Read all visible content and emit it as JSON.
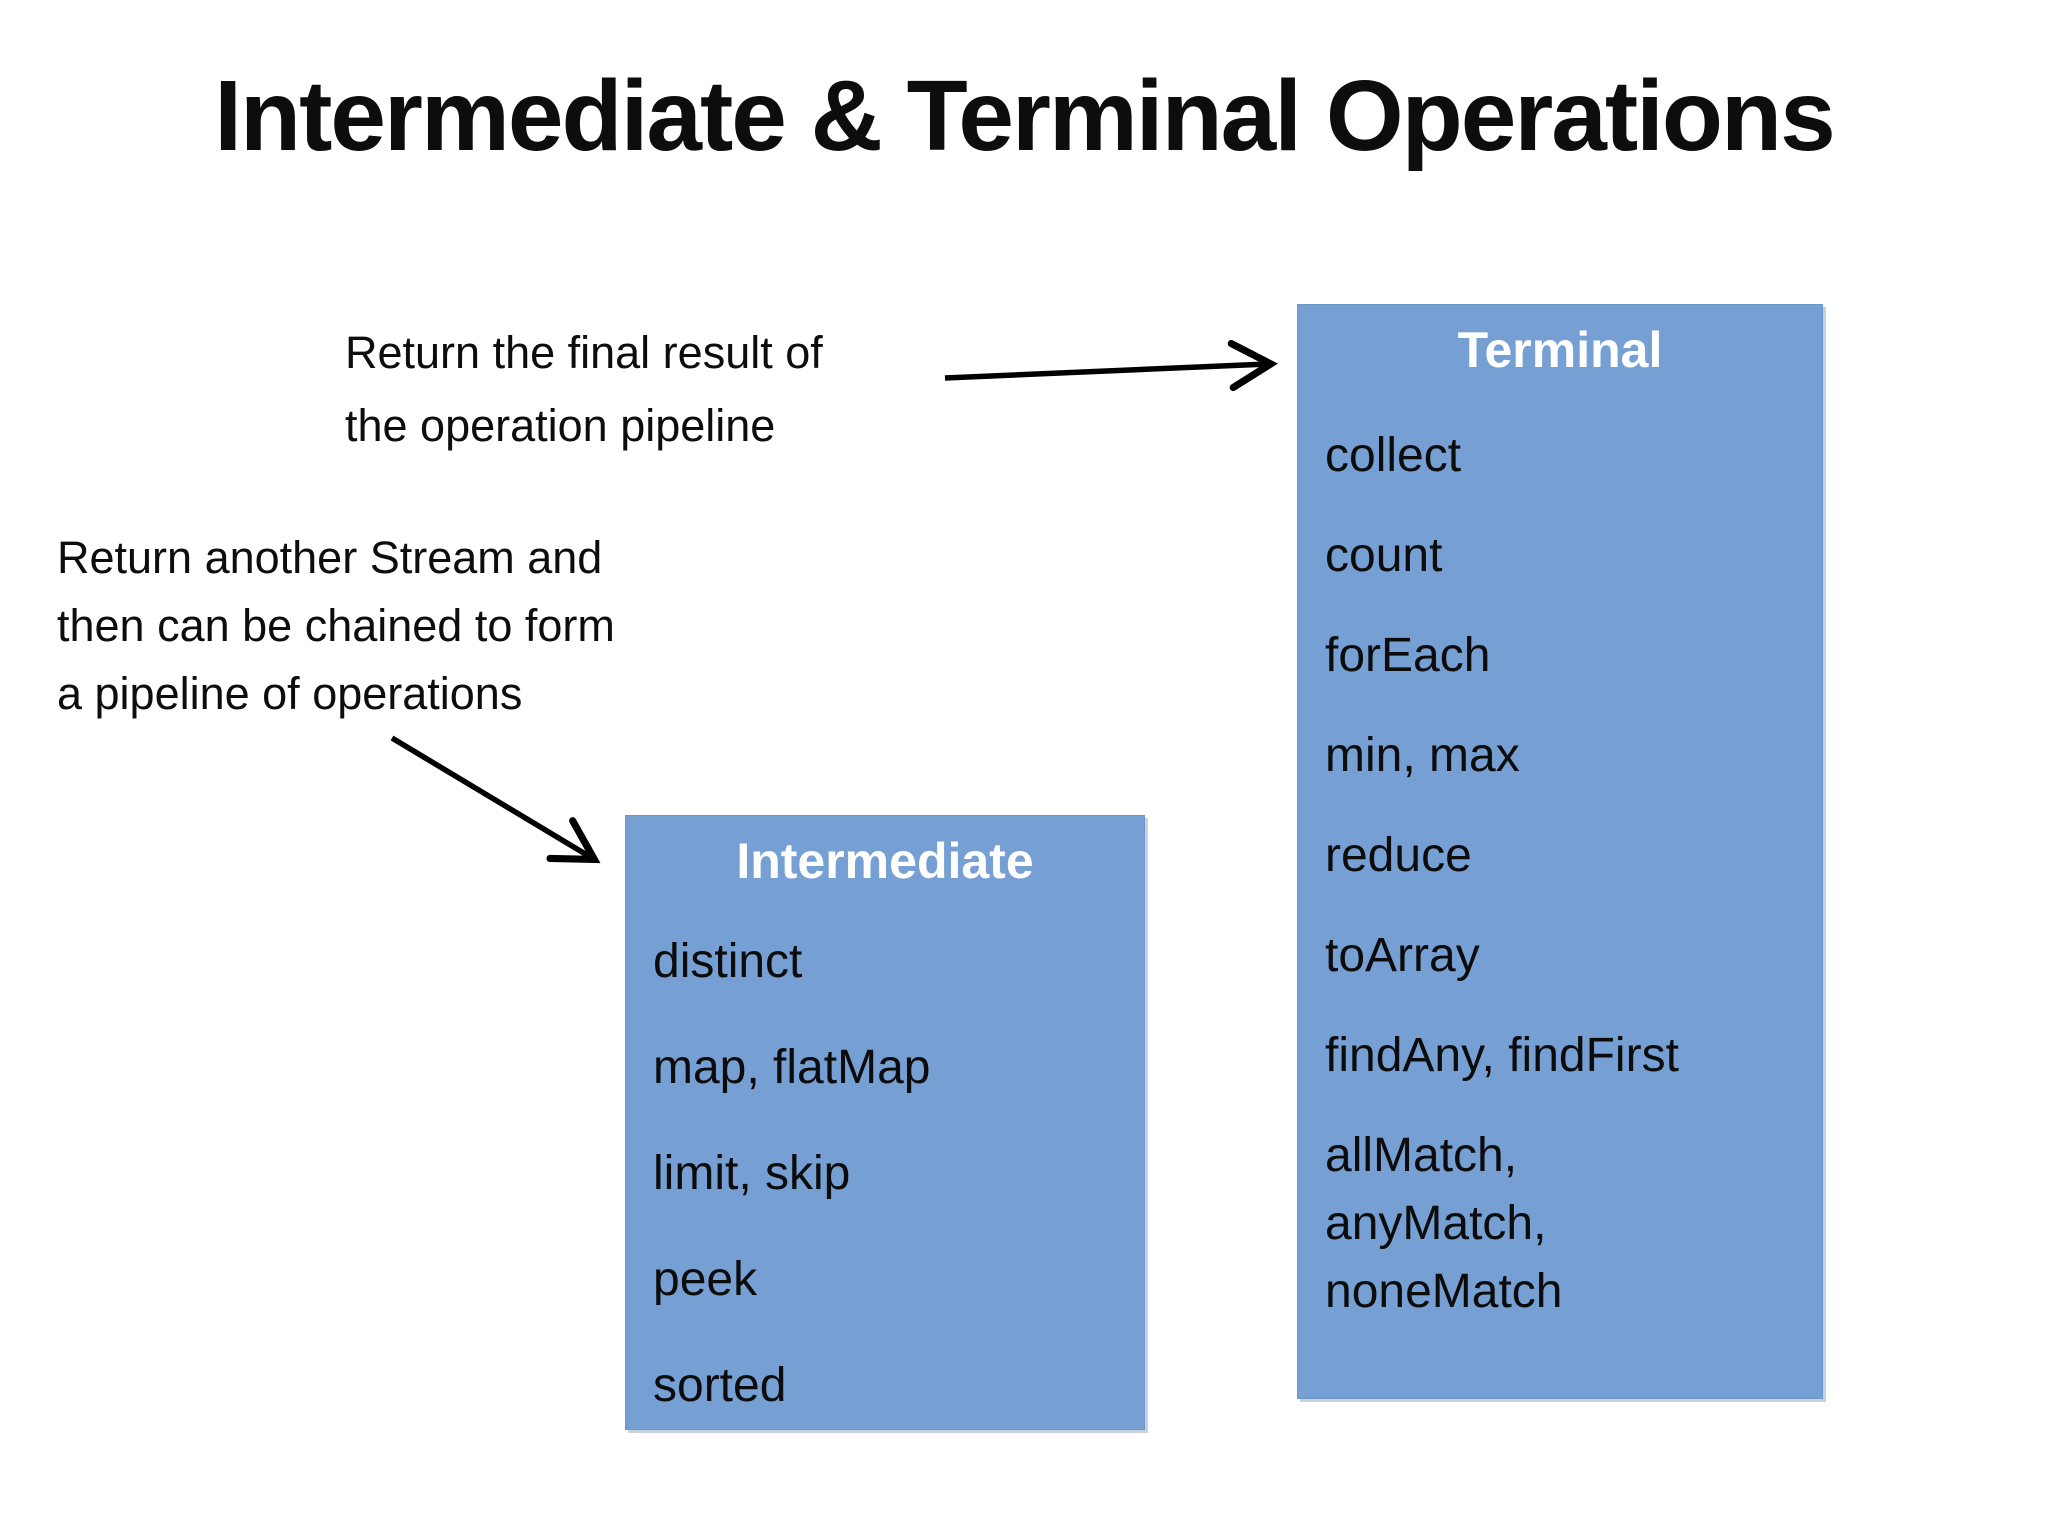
{
  "slide": {
    "title": "Intermediate & Terminal Operations",
    "background_color": "#ffffff",
    "text_color": "#0d0d0d"
  },
  "annotations": {
    "terminal_note": {
      "line1": "Return the final result of",
      "line2": "the operation pipeline"
    },
    "intermediate_note": {
      "line1": "Return another Stream and",
      "line2": "then can be chained to form",
      "line3": "a pipeline of operations"
    }
  },
  "boxes": {
    "terminal": {
      "title": "Terminal",
      "fill_color": "#76a0d3",
      "title_color": "#ffffff",
      "items": [
        "collect",
        "count",
        "forEach",
        "min, max",
        "reduce",
        "toArray",
        "findAny, findFirst",
        "allMatch,\nanyMatch,\nnoneMatch"
      ]
    },
    "intermediate": {
      "title": "Intermediate",
      "fill_color": "#76a0d3",
      "title_color": "#ffffff",
      "items": [
        "distinct",
        "map, flatMap",
        "limit, skip",
        "peek",
        "sorted"
      ]
    }
  },
  "arrows": {
    "color": "#000000"
  }
}
